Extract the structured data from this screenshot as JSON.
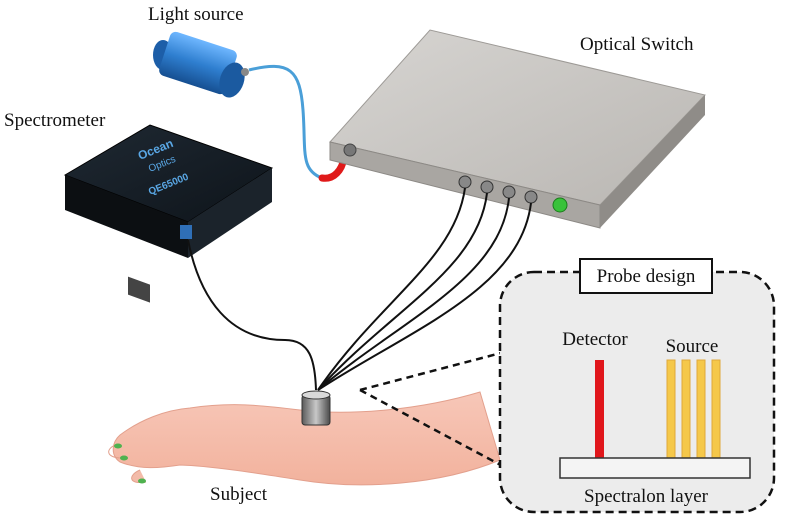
{
  "labels": {
    "light_source": "Light source",
    "spectrometer": "Spectrometer",
    "optical_switch": "Optical Switch",
    "subject": "Subject",
    "probe_design": "Probe design",
    "detector": "Detector",
    "source": "Source",
    "spectralon_layer": "Spectralon layer"
  },
  "device": {
    "brand_line1": "Ocean",
    "brand_line2": "Optics",
    "model": "QE65000"
  },
  "colors": {
    "detector_fiber": "#e0161b",
    "source_fibers": "#f5c84a",
    "switch_led": "#39c23a",
    "light_cable": "#4a9fd8",
    "red_connector": "#e01a1a",
    "lamp_body": "#2f7fd0"
  },
  "icons": {
    "light_source": "lamp-icon",
    "spectrometer": "spectrometer-icon",
    "optical_switch": "optical-switch-icon",
    "probe": "probe-icon",
    "subject": "arm-icon"
  }
}
